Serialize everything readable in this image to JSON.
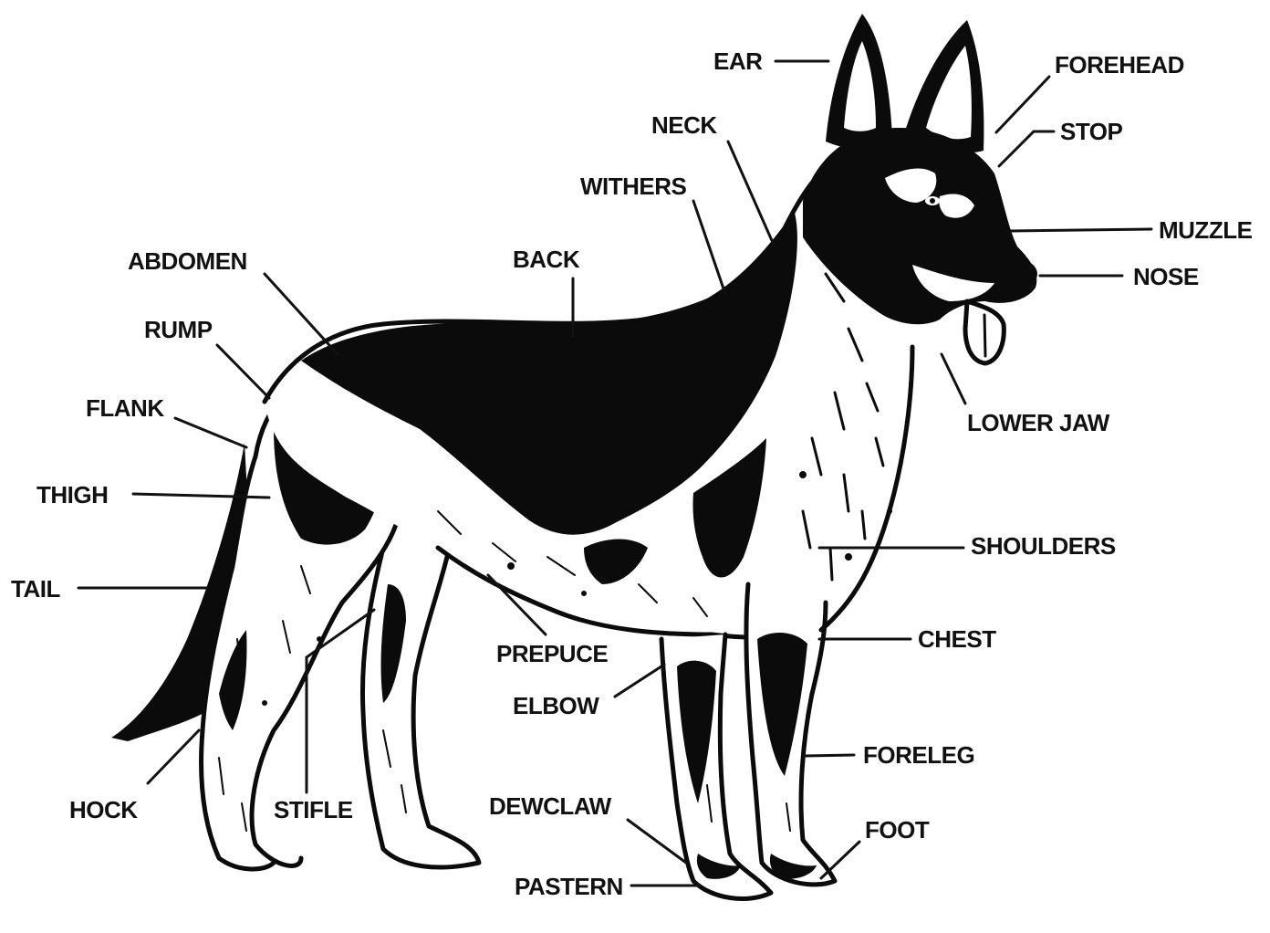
{
  "labels": {
    "ear": "EAR",
    "forehead": "FOREHEAD",
    "stop": "STOP",
    "neck": "NECK",
    "withers": "WITHERS",
    "muzzle": "MUZZLE",
    "nose": "NOSE",
    "abdomen": "ABDOMEN",
    "back": "BACK",
    "rump": "RUMP",
    "flank": "FLANK",
    "lower_jaw": "LOWER JAW",
    "thigh": "THIGH",
    "shoulders": "SHOULDERS",
    "tail": "TAIL",
    "chest": "CHEST",
    "prepuce": "PREPUCE",
    "elbow": "ELBOW",
    "foreleg": "FORELEG",
    "hock": "HOCK",
    "stifle": "STIFLE",
    "dewclaw": "DEWCLAW",
    "foot": "FOOT",
    "pastern": "PASTERN"
  },
  "colors": {
    "ink": "#0b0b0b",
    "paper": "#ffffff"
  }
}
